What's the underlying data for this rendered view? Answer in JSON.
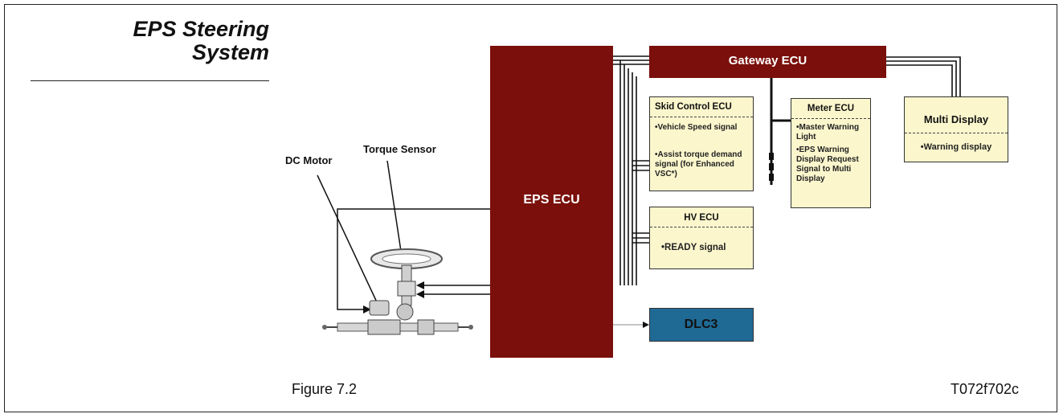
{
  "page": {
    "title_line1": "EPS Steering",
    "title_line2": "System",
    "figure_caption": "Figure 7.2",
    "figure_code": "T072f702c"
  },
  "diagram": {
    "eps_ecu": "EPS ECU",
    "gateway_ecu": "Gateway ECU",
    "dlc3": "DLC3",
    "dc_motor": "DC Motor",
    "torque_sensor": "Torque Sensor",
    "skid_control": {
      "title": "Skid Control ECU",
      "items": [
        "•Vehicle Speed signal",
        "•Assist torque demand signal (for Enhanced VSC*)"
      ]
    },
    "hv_ecu": {
      "title": "HV ECU",
      "items": [
        "•READY signal"
      ]
    },
    "meter_ecu": {
      "title": "Meter ECU",
      "items": [
        "•Master Warning Light",
        "•EPS Warning Display Request Signal to Multi Display"
      ]
    },
    "multi_display": {
      "title": "Multi Display",
      "items": [
        "•Warning display"
      ]
    }
  },
  "colors": {
    "maroon": "#7a0f0b",
    "dlc_blue": "#1f6a95",
    "yellow_box": "#fbf6cc"
  }
}
